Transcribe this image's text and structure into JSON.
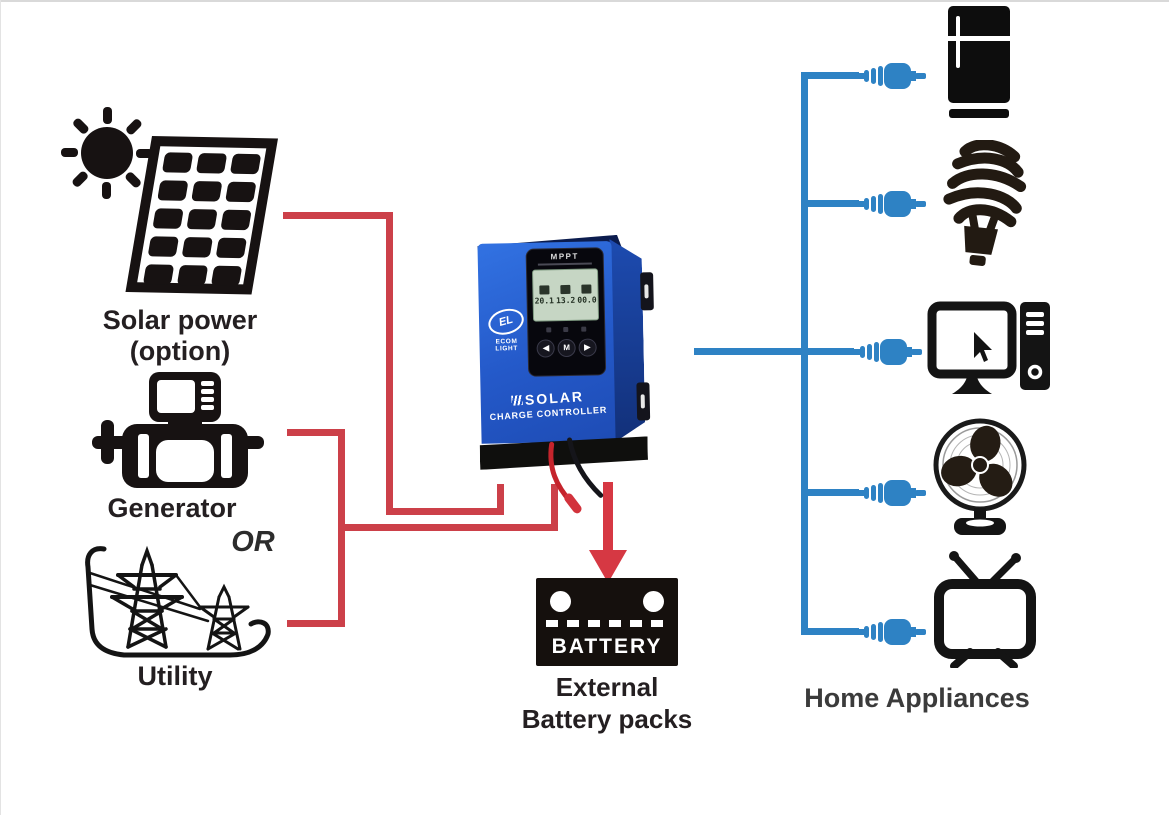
{
  "colors": {
    "background": "#ffffff",
    "wire_red": "#cc4049",
    "arrow_red": "#d63843",
    "wire_blue": "#2e82c4",
    "icon_black": "#141414",
    "label_dark": "#241f21",
    "appliance_label": "#3b3b3b",
    "controller_blue": "#2459c9",
    "lcd_green": "#c6d6c4"
  },
  "sources": {
    "solar": {
      "caption_line1": "Solar power",
      "caption_line2": "(option)"
    },
    "generator": {
      "caption": "Generator"
    },
    "connector_word": "OR",
    "utility": {
      "caption": "Utility"
    }
  },
  "controller": {
    "technology_label": "MPPT",
    "brand_monogram": "EL",
    "brand_name": "ECOM LIGHT",
    "product_name_line1": "SOLAR",
    "product_name_line2": "CHARGE CONTROLLER",
    "panel_buttons": [
      "◀",
      "M",
      "▶"
    ],
    "lcd_readouts": [
      "20.1",
      "13.2",
      "00.0"
    ]
  },
  "battery": {
    "box_label": "BATTERY",
    "caption_line1": "External",
    "caption_line2": "Battery packs"
  },
  "appliances": {
    "caption": "Home Appliances",
    "items": [
      "refrigerator",
      "cfl-bulb",
      "desktop-computer",
      "table-fan",
      "television"
    ]
  }
}
